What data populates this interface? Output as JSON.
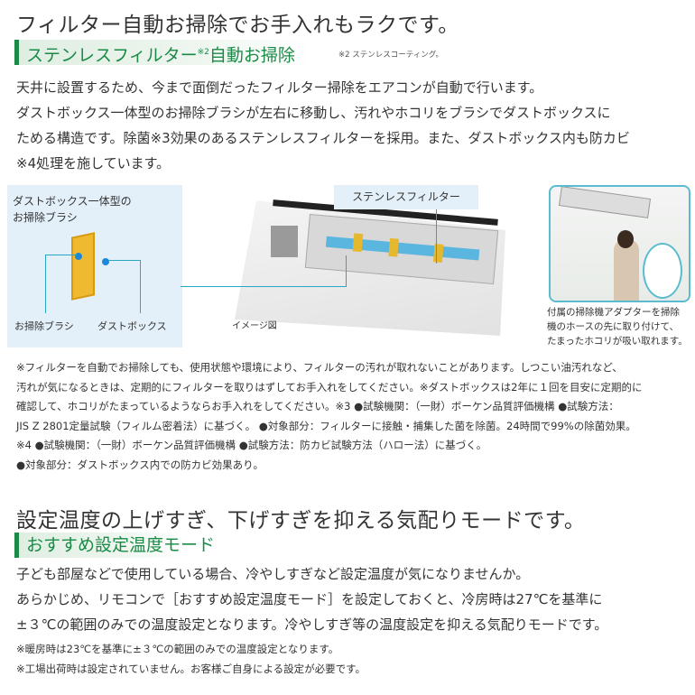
{
  "section1": {
    "title": "フィルター自動お掃除でお手入れもラクです。",
    "subheading": "ステンレスフィルター",
    "subheading_sup": "※2",
    "subheading_tail": "自動お掃除",
    "footnote": "※2 ステンレスコーティング。",
    "body": [
      "天井に設置するため、今まで面倒だったフィルター掃除をエアコンが自動で行います。",
      "ダストボックス一体型のお掃除ブラシが左右に移動し、汚れやホコリをブラシでダストボックスに",
      "ためる構造です。除菌※3効果のあるステンレスフィルターを採用。また、ダストボックス内も防カビ",
      "※4処理を施しています。"
    ],
    "figure": {
      "box_title": [
        "ダストボックス一体型の",
        "お掃除ブラシ"
      ],
      "label_brush": "お掃除ブラシ",
      "label_dustbox": "ダストボックス",
      "label_filter": "ステンレスフィルター",
      "image_caption": "イメージ図",
      "photo_caption": [
        "付属の掃除機アダプターを掃除",
        "機のホースの先に取り付けて、",
        "たまったホコリが吸い取れます。"
      ]
    },
    "notes": [
      "※フィルターを自動でお掃除しても、使用状態や環境により、フィルターの汚れが取れないことがあります。しつこい油汚れなど、",
      "汚れが気になるときは、定期的にフィルターを取りはずしてお手入れをしてください。※ダストボックスは2年に１回を目安に定期的に",
      "確認して、ホコリがたまっているようならお手入れをしてください。※3 ●試験機関：（一財）ボーケン品質評価機構 ●試験方法：",
      "JIS Z 2801定量試験（フィルム密着法）に基づく。 ●対象部分：フィルターに接触・捕集した菌を除菌。24時間で99%の除菌効果。",
      "※4 ●試験機関：（一財）ボーケン品質評価機構 ●試験方法：防カビ試験方法（ハロー法）に基づく。",
      "●対象部分：ダストボックス内での防カビ効果あり。"
    ]
  },
  "section2": {
    "title": "設定温度の上げすぎ、下げすぎを抑える気配りモードです。",
    "subheading": "おすすめ設定温度モード",
    "body": [
      "子ども部屋などで使用している場合、冷やしすぎなど設定温度が気になりませんか。",
      "あらかじめ、リモコンで［おすすめ設定温度モード］を設定しておくと、冷房時は27℃を基準に",
      "±３℃の範囲のみでの温度設定となります。冷やしすぎ等の温度設定を抑える気配りモードです。"
    ],
    "notes": [
      "※暖房時は23℃を基準に±３℃の範囲のみでの温度設定となります。",
      "※工場出荷時は設定されていません。お客様ご自身による設定が必要です。"
    ]
  },
  "colors": {
    "accent": "#1a8a46",
    "light_blue": "#e4f0f9",
    "callout": "#2aa6c4"
  }
}
